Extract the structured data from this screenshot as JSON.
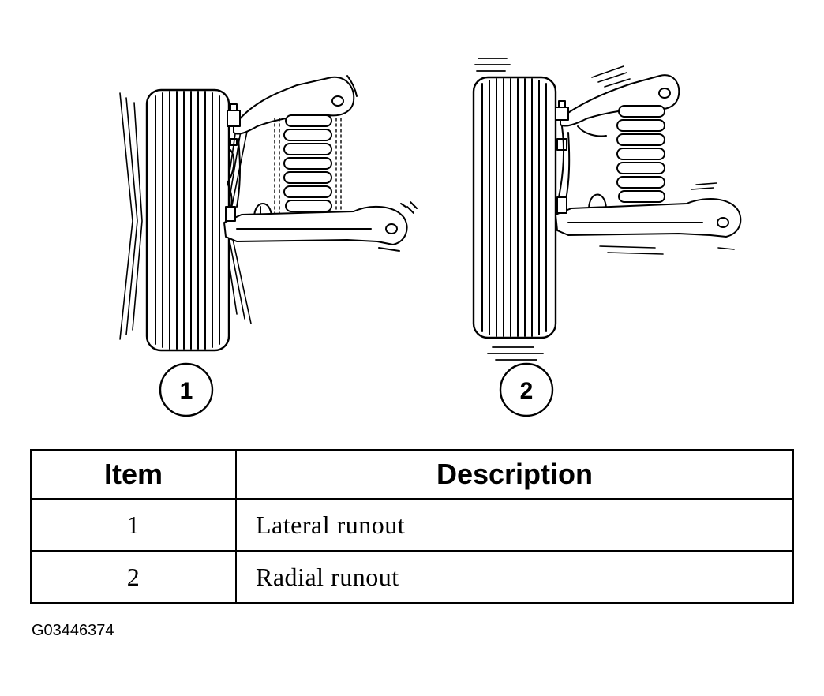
{
  "figure": {
    "callouts": [
      "1",
      "2"
    ]
  },
  "table": {
    "headers": {
      "item": "Item",
      "description": "Description"
    },
    "rows": [
      {
        "item": "1",
        "description": "Lateral runout"
      },
      {
        "item": "2",
        "description": "Radial runout"
      }
    ]
  },
  "figure_id": "G03446374"
}
